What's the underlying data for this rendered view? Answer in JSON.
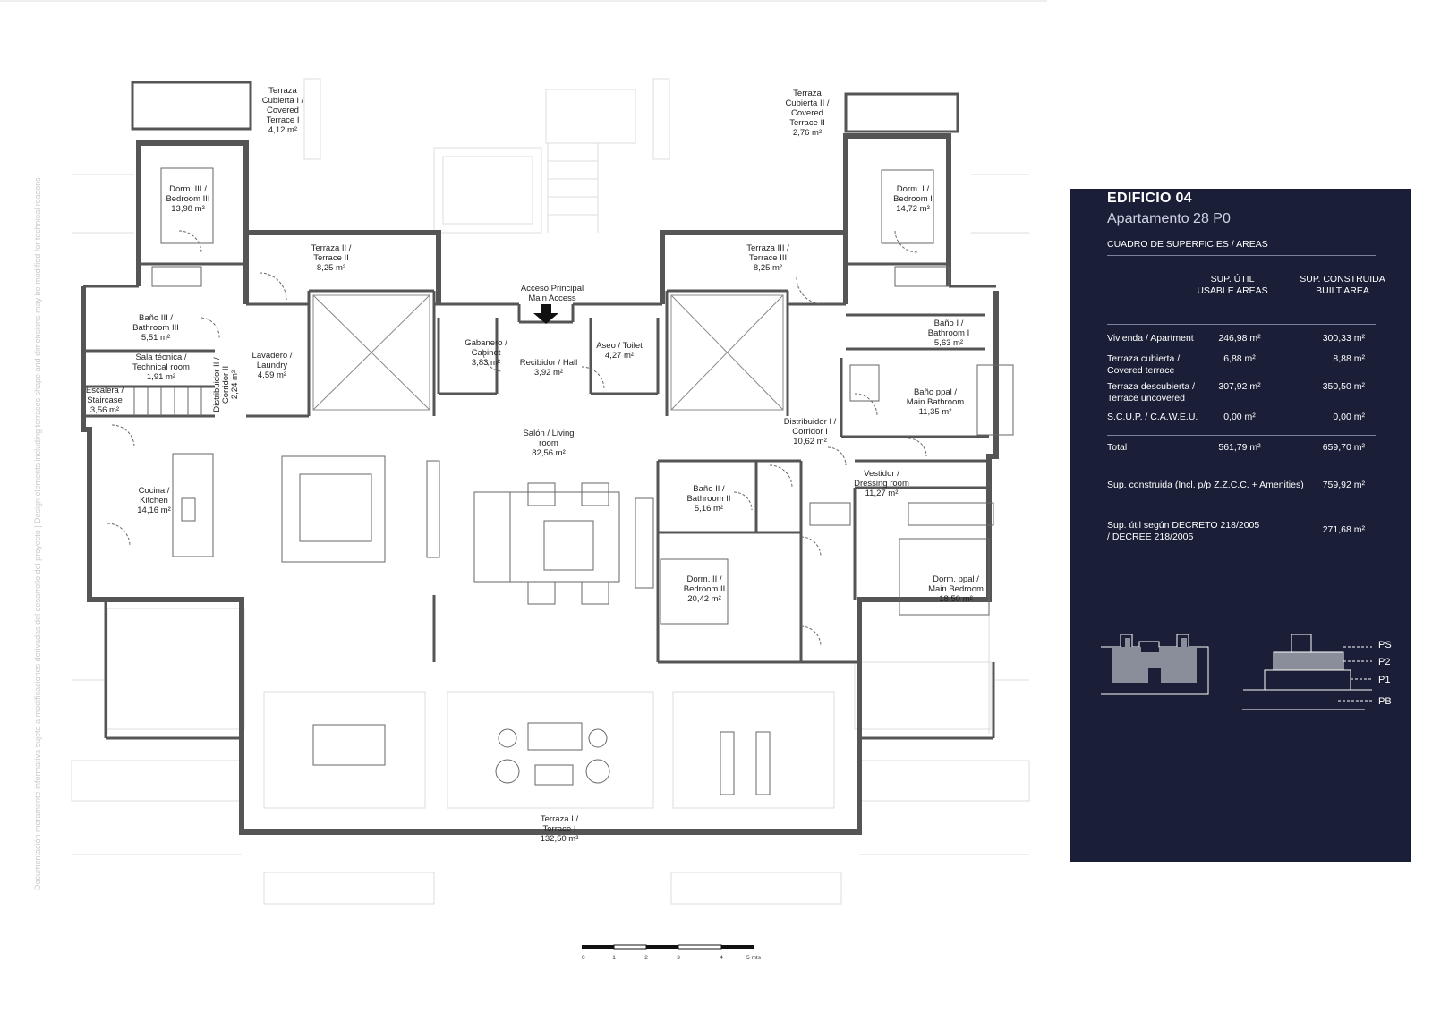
{
  "panel": {
    "title": "EDIFICIO 04",
    "subtitle": "Apartamento 28 P0",
    "section": "CUADRO DE SUPERFICIES / AREAS",
    "col1": [
      "SUP. ÚTIL",
      "USABLE AREAS"
    ],
    "col2": [
      "SUP. CONSTRUIDA",
      "BUILT AREA"
    ],
    "rows": [
      {
        "label": [
          "Vivienda / Apartment"
        ],
        "useful": "246,98 m²",
        "built": "300,33 m²"
      },
      {
        "label": [
          "Terraza cubierta /",
          "Covered terrace"
        ],
        "useful": "6,88 m²",
        "built": "8,88 m²"
      },
      {
        "label": [
          "Terraza descubierta /",
          "Terrace uncovered"
        ],
        "useful": "307,92 m²",
        "built": "350,50 m²"
      },
      {
        "label": [
          "S.C.U.P. / C.A.W.E.U."
        ],
        "useful": "0,00 m²",
        "built": "0,00 m²"
      }
    ],
    "total": {
      "label": "Total",
      "useful": "561,79 m²",
      "built": "659,70 m²"
    },
    "built_incl": {
      "label": "Sup. construida (Incl. p/p Z.Z.C.C. + Amenities)",
      "value": "759,92 m²"
    },
    "decree": {
      "label": [
        "Sup. útil según DECRETO 218/2005",
        "/ DECREE 218/2005"
      ],
      "value": "271,68 m²"
    },
    "levels": [
      "PS",
      "P2",
      "P1",
      "PB"
    ]
  },
  "rooms": [
    {
      "id": "terrace-covered-1",
      "lines": [
        "Terraza",
        "Cubierta I /",
        "Covered",
        "Terrace I",
        "4,12 m²"
      ]
    },
    {
      "id": "terrace-covered-2",
      "lines": [
        "Terraza",
        "Cubierta II /",
        "Covered",
        "Terrace II",
        "2,76 m²"
      ]
    },
    {
      "id": "bedroom-3",
      "lines": [
        "Dorm. III /",
        "Bedroom III",
        "13,98 m²"
      ]
    },
    {
      "id": "bedroom-1",
      "lines": [
        "Dorm. I /",
        "Bedroom I",
        "14,72 m²"
      ]
    },
    {
      "id": "terrace-2",
      "lines": [
        "Terraza II /",
        "Terrace II",
        "8,25 m²"
      ]
    },
    {
      "id": "terrace-3",
      "lines": [
        "Terraza III /",
        "Terrace III",
        "8,25 m²"
      ]
    },
    {
      "id": "main-access",
      "lines": [
        "Acceso Principal",
        "Main Access"
      ]
    },
    {
      "id": "bathroom-3",
      "lines": [
        "Baño III /",
        "Bathroom III",
        "5,51 m²"
      ]
    },
    {
      "id": "bathroom-1",
      "lines": [
        "Baño I /",
        "Bathroom I",
        "5,63 m²"
      ]
    },
    {
      "id": "cabinet",
      "lines": [
        "Gabanero /",
        "Cabinet",
        "3,83 m²"
      ]
    },
    {
      "id": "toilet",
      "lines": [
        "Aseo / Toilet",
        "4,27 m²"
      ]
    },
    {
      "id": "hall",
      "lines": [
        "Recibidor / Hall",
        "3,92 m²"
      ]
    },
    {
      "id": "technical-room",
      "lines": [
        "Sala técnica /",
        "Technical room",
        "1,91 m²"
      ]
    },
    {
      "id": "laundry",
      "lines": [
        "Lavadero /",
        "Laundry",
        "4,59 m²"
      ]
    },
    {
      "id": "staircase",
      "lines": [
        "Escalera /",
        "Staircase",
        "3,56 m²"
      ]
    },
    {
      "id": "main-bathroom",
      "lines": [
        "Baño ppal /",
        "Main Bathroom",
        "11,35 m²"
      ]
    },
    {
      "id": "corridor-1",
      "lines": [
        "Distribuidor I /",
        "Corridor I",
        "10,62 m²"
      ]
    },
    {
      "id": "living-room",
      "lines": [
        "Salón / Living",
        "room",
        "82,56 m²"
      ]
    },
    {
      "id": "kitchen",
      "lines": [
        "Cocina /",
        "Kitchen",
        "14,16 m²"
      ]
    },
    {
      "id": "bathroom-2",
      "lines": [
        "Baño II /",
        "Bathroom II",
        "5,16 m²"
      ]
    },
    {
      "id": "dressing-room",
      "lines": [
        "Vestidor /",
        "Dressing room",
        "11,27 m²"
      ]
    },
    {
      "id": "bedroom-2",
      "lines": [
        "Dorm. II /",
        "Bedroom II",
        "20,42 m²"
      ]
    },
    {
      "id": "main-bedroom",
      "lines": [
        "Dorm. ppal /",
        "Main Bedroom",
        "18,50 m²"
      ]
    },
    {
      "id": "terrace-1",
      "lines": [
        "Terraza I /",
        "Terrace I",
        "132,50 m²"
      ]
    }
  ],
  "corridor_2": [
    "Distribuidor II /",
    "Corridor II",
    "2,24 m²"
  ],
  "scale": {
    "ticks": [
      "0",
      "1",
      "2",
      "3",
      "4",
      "5 mts"
    ]
  },
  "side_note": "Documentación meramente informativa sujeta a modificaciones derivadas del desarrollo del proyecto | Design elements including terraces shape and dimensions may be modified for technical reasons"
}
